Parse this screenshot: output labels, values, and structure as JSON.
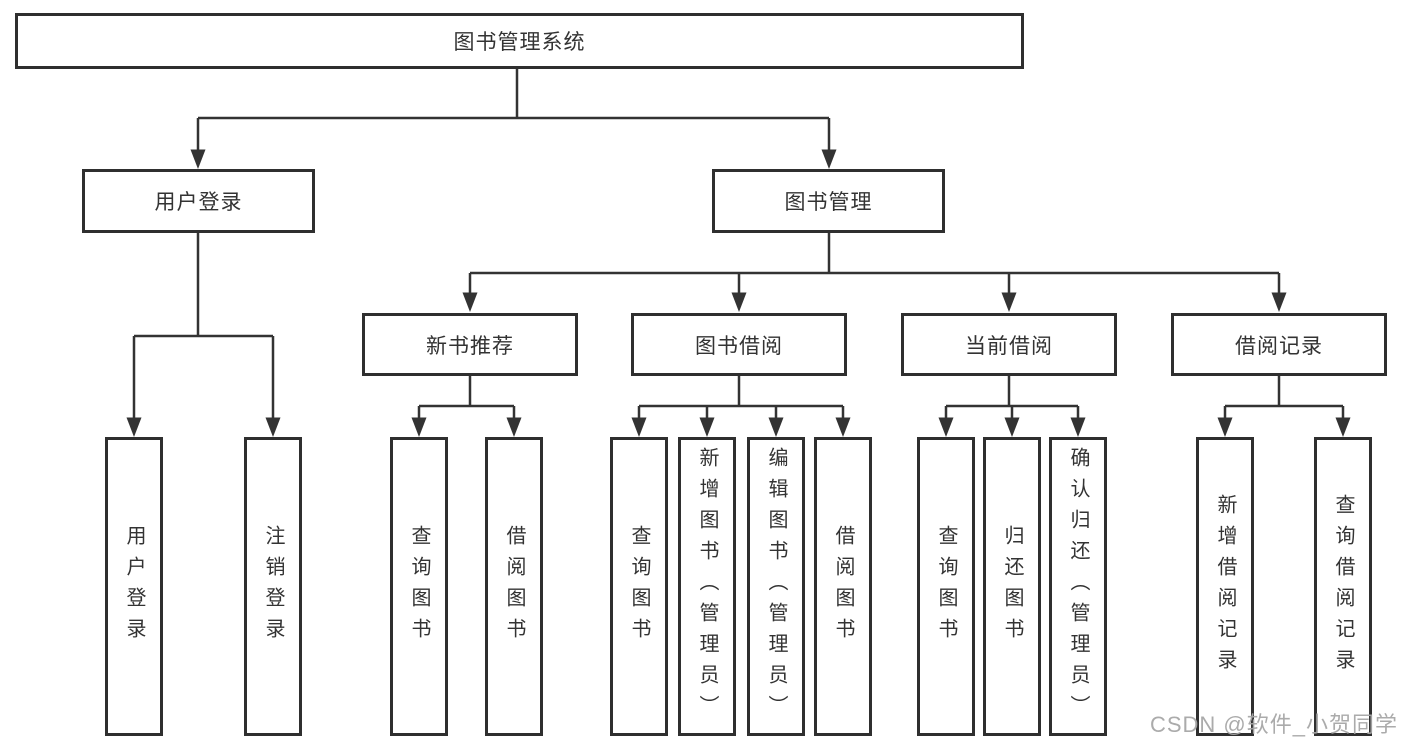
{
  "diagram": {
    "title": "图书管理系统",
    "tree": {
      "label": "图书管理系统",
      "children": [
        {
          "label": "用户登录",
          "children": [
            {
              "label": "用户登录"
            },
            {
              "label": "注销登录"
            }
          ]
        },
        {
          "label": "图书管理",
          "children": [
            {
              "label": "新书推荐",
              "children": [
                {
                  "label": "查询图书"
                },
                {
                  "label": "借阅图书"
                }
              ]
            },
            {
              "label": "图书借阅",
              "children": [
                {
                  "label": "查询图书"
                },
                {
                  "label": "新增图书（管理员）"
                },
                {
                  "label": "编辑图书（管理员）"
                },
                {
                  "label": "借阅图书"
                }
              ]
            },
            {
              "label": "当前借阅",
              "children": [
                {
                  "label": "查询图书"
                },
                {
                  "label": "归还图书"
                },
                {
                  "label": "确认归还（管理员）"
                }
              ]
            },
            {
              "label": "借阅记录",
              "children": [
                {
                  "label": "新增借阅记录"
                },
                {
                  "label": "查询借阅记录"
                }
              ]
            }
          ]
        }
      ]
    }
  },
  "watermark": {
    "text": "CSDN @软件_小贺同学"
  },
  "colors": {
    "line": "#333333",
    "box_border": "#2f2f2f",
    "box_fill": "#ffffff",
    "text": "#333333",
    "watermark": "#a6a6a6",
    "background": "#ffffff"
  }
}
